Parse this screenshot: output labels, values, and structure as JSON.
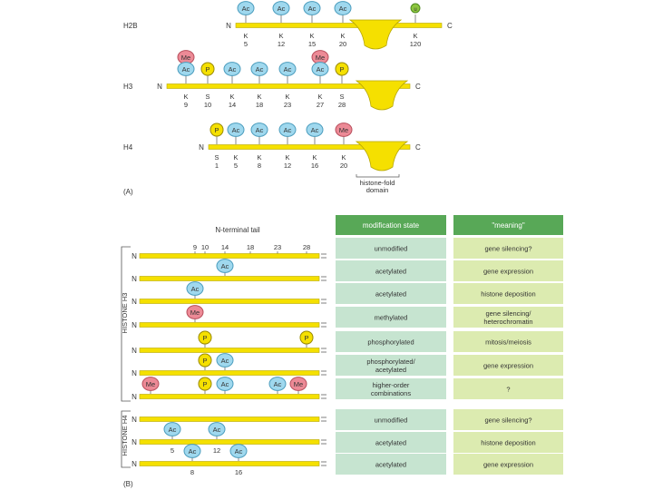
{
  "panel_a": {
    "label": "(A)",
    "histones": [
      {
        "name": "H2B",
        "n": "N",
        "c": "C",
        "residues": [
          {
            "aa": "K",
            "pos": "5"
          },
          {
            "aa": "K",
            "pos": "12"
          },
          {
            "aa": "K",
            "pos": "15"
          },
          {
            "aa": "K",
            "pos": "20"
          },
          {
            "aa": "K",
            "pos": "120"
          }
        ],
        "marks": [
          {
            "type": "Ac",
            "residue": 0
          },
          {
            "type": "Ac",
            "residue": 1
          },
          {
            "type": "Ac",
            "residue": 2
          },
          {
            "type": "Ac",
            "residue": 3
          },
          {
            "type": "u",
            "residue": 4
          }
        ]
      },
      {
        "name": "H3",
        "n": "N",
        "c": "C",
        "residues": [
          {
            "aa": "K",
            "pos": "9"
          },
          {
            "aa": "S",
            "pos": "10"
          },
          {
            "aa": "K",
            "pos": "14"
          },
          {
            "aa": "K",
            "pos": "18"
          },
          {
            "aa": "K",
            "pos": "23"
          },
          {
            "aa": "K",
            "pos": "27"
          },
          {
            "aa": "S",
            "pos": "28"
          }
        ],
        "marks": [
          {
            "type": "Me",
            "residue": 0,
            "tier": 2
          },
          {
            "type": "Ac",
            "residue": 0
          },
          {
            "type": "P",
            "residue": 1
          },
          {
            "type": "Ac",
            "residue": 2
          },
          {
            "type": "Ac",
            "residue": 3
          },
          {
            "type": "Ac",
            "residue": 4
          },
          {
            "type": "Me",
            "residue": 5,
            "tier": 2
          },
          {
            "type": "Ac",
            "residue": 5
          },
          {
            "type": "P",
            "residue": 6
          }
        ]
      },
      {
        "name": "H4",
        "n": "N",
        "c": "C",
        "residues": [
          {
            "aa": "S",
            "pos": "1"
          },
          {
            "aa": "K",
            "pos": "5"
          },
          {
            "aa": "K",
            "pos": "8"
          },
          {
            "aa": "K",
            "pos": "12"
          },
          {
            "aa": "K",
            "pos": "16"
          },
          {
            "aa": "K",
            "pos": "20"
          }
        ],
        "marks": [
          {
            "type": "P",
            "residue": 0
          },
          {
            "type": "Ac",
            "residue": 1
          },
          {
            "type": "Ac",
            "residue": 2
          },
          {
            "type": "Ac",
            "residue": 3
          },
          {
            "type": "Ac",
            "residue": 4
          },
          {
            "type": "Me",
            "residue": 5
          }
        ]
      }
    ],
    "fold_label_line1": "histone-fold",
    "fold_label_line2": "domain"
  },
  "panel_b": {
    "label": "(B)",
    "tail_title": "N-terminal tail",
    "scale_ticks": [
      "9",
      "10",
      "14",
      "18",
      "23",
      "28"
    ],
    "n_label": "N",
    "group_h3_label": "HISTONE H3",
    "group_h4_label": "HISTONE H4",
    "col_state_header": "modification state",
    "col_meaning_header": "\"meaning\"",
    "rows": [
      {
        "group": "H3",
        "marks": [],
        "state": "unmodified",
        "meaning": "gene silencing?"
      },
      {
        "group": "H3",
        "marks": [
          {
            "type": "Ac",
            "pos": "14"
          }
        ],
        "state": "acetylated",
        "meaning": "gene expression"
      },
      {
        "group": "H3",
        "marks": [
          {
            "type": "Ac",
            "pos": "9"
          }
        ],
        "state": "acetylated",
        "meaning": "histone deposition"
      },
      {
        "group": "H3",
        "marks": [
          {
            "type": "Me",
            "pos": "9"
          }
        ],
        "state": "methylated",
        "meaning": "gene silencing/ heterochromatin"
      },
      {
        "group": "H3",
        "marks": [
          {
            "type": "P",
            "pos": "10"
          },
          {
            "type": "P",
            "pos": "28"
          }
        ],
        "state": "phosphorylated",
        "meaning": "mitosis/meiosis"
      },
      {
        "group": "H3",
        "marks": [
          {
            "type": "P",
            "pos": "10"
          },
          {
            "type": "Ac",
            "pos": "14"
          }
        ],
        "state": "phosphorylated/ acetylated",
        "meaning": "gene expression"
      },
      {
        "group": "H3",
        "marks": [
          {
            "type": "Me",
            "pos": "4"
          },
          {
            "type": "P",
            "pos": "10"
          },
          {
            "type": "Ac",
            "pos": "14"
          },
          {
            "type": "Ac",
            "pos": "23"
          },
          {
            "type": "Me",
            "pos": "27"
          }
        ],
        "state": "higher-order combinations",
        "meaning": "?"
      },
      {
        "group": "H4",
        "marks": [],
        "state": "unmodified",
        "meaning": "gene silencing?"
      },
      {
        "group": "H4",
        "marks": [
          {
            "type": "Ac",
            "pos": "5",
            "label": "5"
          },
          {
            "type": "Ac",
            "pos": "12",
            "label": "12"
          }
        ],
        "state": "acetylated",
        "meaning": "histone deposition"
      },
      {
        "group": "H4",
        "marks": [
          {
            "type": "Ac",
            "pos": "8",
            "label": "8"
          },
          {
            "type": "Ac",
            "pos": "16",
            "label": "16"
          }
        ],
        "state": "acetylated",
        "meaning": "gene expression"
      }
    ]
  },
  "colors": {
    "bar": "#f5e000",
    "bar_edge": "#b8a800",
    "ac": "#9fd8ee",
    "ac_edge": "#4a9cbd",
    "me": "#ec8a96",
    "me_edge": "#b84e5c",
    "p": "#f5e000",
    "p_edge": "#9a8a00",
    "u": "#8dc63f",
    "u_edge": "#4f8a1f",
    "header": "#58a857",
    "cell_state": "#c6e4d0",
    "cell_meaning": "#dcebb0",
    "text": "#333333"
  }
}
